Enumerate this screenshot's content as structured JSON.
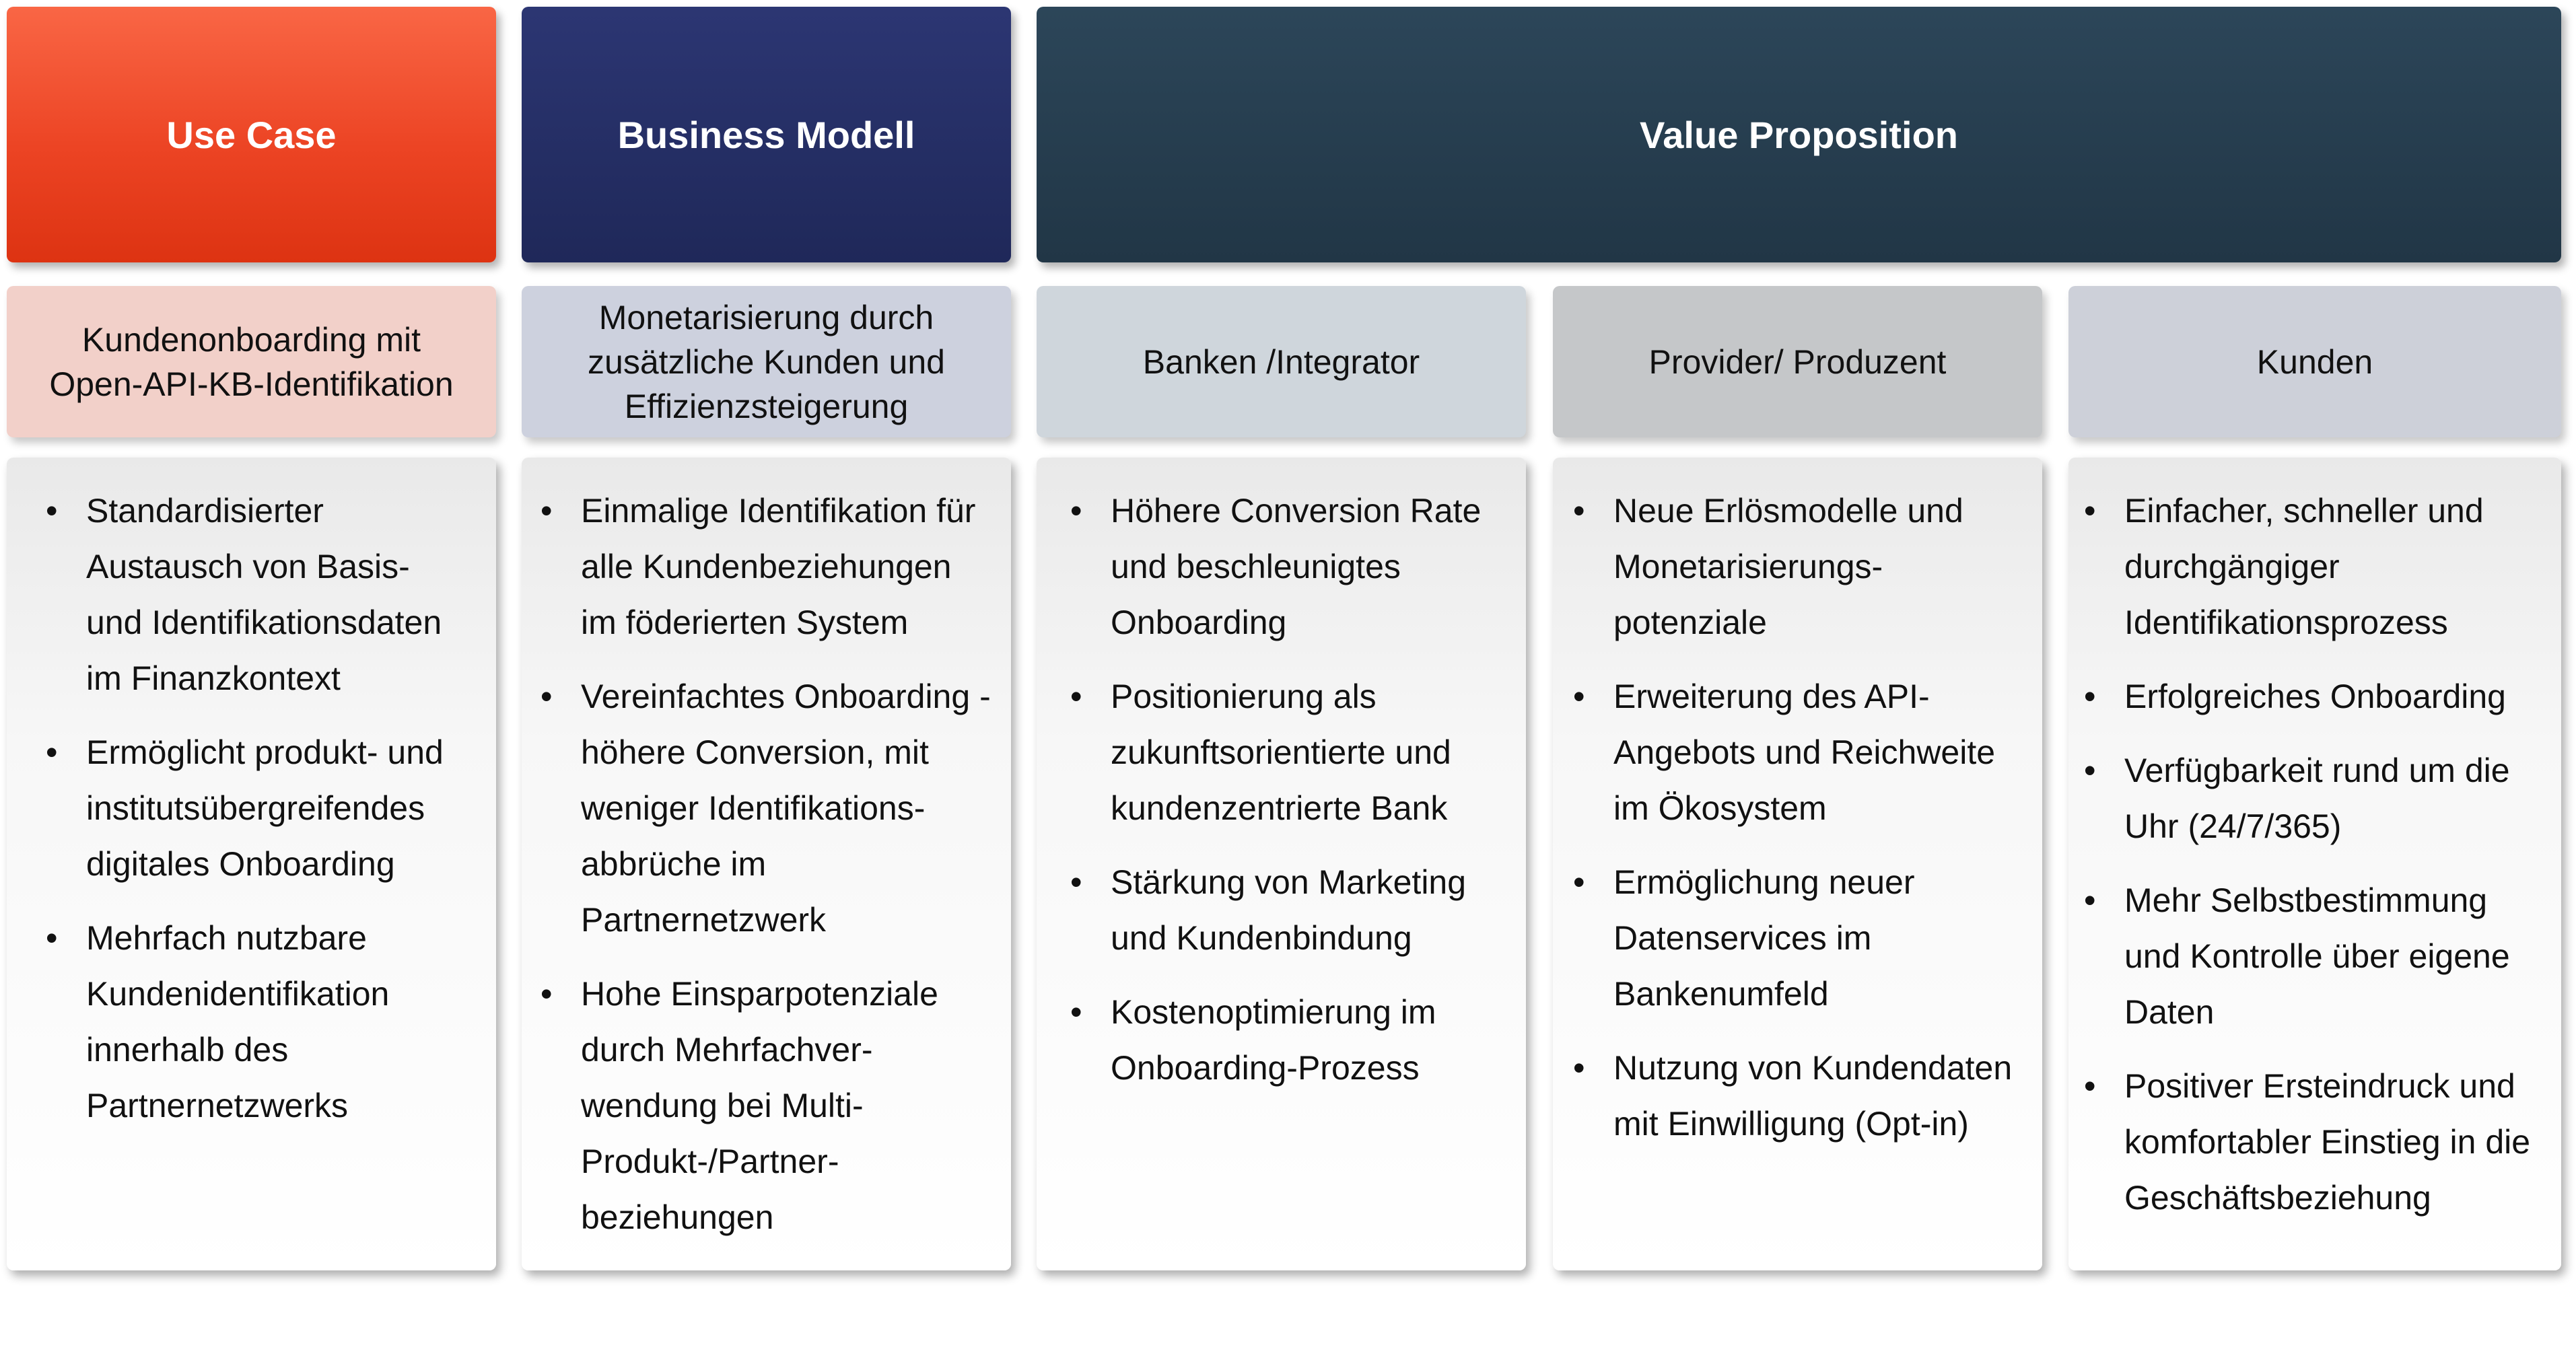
{
  "headers": {
    "use_case": "Use Case",
    "business_model": "Business Modell",
    "value_proposition": "Value Proposition"
  },
  "subheaders": {
    "use_case": "Kundenonboarding mit\nOpen-API-KB-Identifikation",
    "business_model": "Monetarisierung durch\nzusätzliche Kunden und\nEffizienzsteigerung",
    "banks": "Banken /Integrator",
    "provider": "Provider/ Produzent",
    "customers": "Kunden"
  },
  "columns": {
    "use_case": [
      "Standardisierter\nAustausch von Basis-\nund Identifikationsdaten\nim Finanzkontext",
      "Ermöglicht produkt- und\ninstitutsübergreifendes\ndigitales Onboarding",
      "Mehrfach nutzbare\nKundenidentifikation\ninnerhalb des\nPartnernetzwerks"
    ],
    "business_model": [
      "Einmalige Identifikation für\nalle Kundenbeziehungen\nim föderierten System",
      "Vereinfachtes Onboarding -\nhöhere Conversion, mit\nweniger Identifikations-\nabbrüche im\nPartnernetzwerk",
      "Hohe Einsparpotenziale\ndurch Mehrfachver-\nwendung bei Multi-\nProdukt-/Partner-\nbeziehungen"
    ],
    "banks": [
      "Höhere Conversion Rate\nund beschleunigtes\nOnboarding",
      "Positionierung als\nzukunftsorientierte und\nkundenzentrierte Bank",
      "Stärkung von Marketing\nund Kundenbindung",
      "Kostenoptimierung im\nOnboarding-Prozess"
    ],
    "provider": [
      "Neue Erlösmodelle und\nMonetarisierungs-\npotenziale",
      "Erweiterung des API-\nAngebots und Reichweite\nim Ökosystem",
      "Ermöglichung neuer\nDatenservices im\nBankenumfeld",
      "Nutzung von Kundendaten\nmit Einwilligung (Opt-in)"
    ],
    "customers": [
      "Einfacher, schneller und\ndurchgängiger\nIdentifikationsprozess",
      "Erfolgreiches Onboarding",
      "Verfügbarkeit rund um die\nUhr (24/7/365)",
      "Mehr Selbstbestimmung\nund Kontrolle über eigene\nDaten",
      "Positiver Ersteindruck und\nkomfortabler Einstieg in die\nGeschäftsbeziehung"
    ]
  },
  "colors": {
    "use_case_header": "#f04a24",
    "business_model_header": "#26306a",
    "value_proposition_header": "#263f52",
    "use_case_sub": "#f2d0c9",
    "business_model_sub": "#cdd1de",
    "banks_sub": "#cfd6dc",
    "provider_sub": "#c5c7c9",
    "customers_sub": "#cdd0d9"
  }
}
